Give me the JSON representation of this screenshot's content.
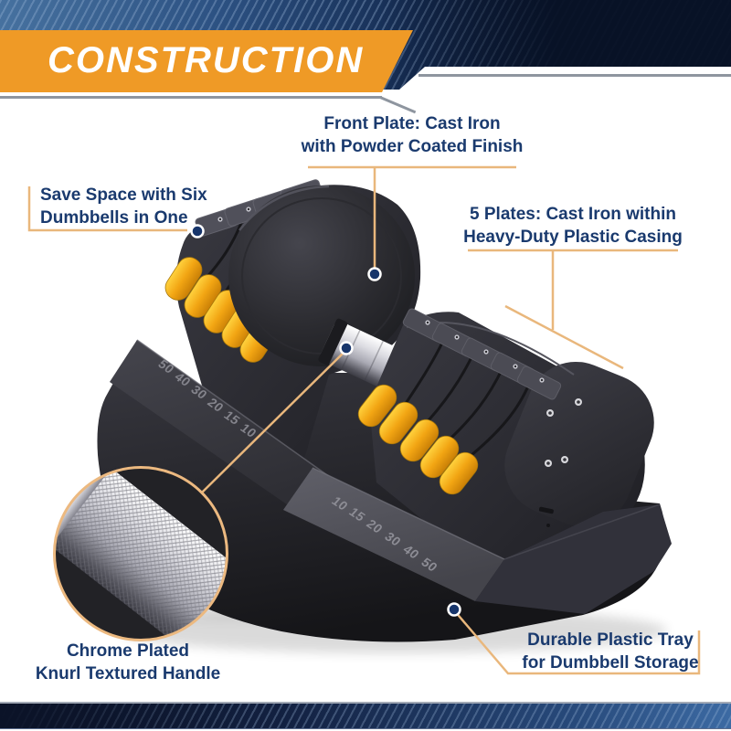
{
  "header": {
    "title": "CONSTRUCTION"
  },
  "callouts": {
    "front_plate": {
      "line1": "Front Plate: Cast Iron",
      "line2": "with Powder Coated Finish"
    },
    "save_space": {
      "line1": "Save Space with Six",
      "line2": "Dumbbells in One"
    },
    "five_plates": {
      "line1": "5 Plates: Cast Iron within",
      "line2": "Heavy-Duty Plastic Casing"
    },
    "chrome_handle": {
      "line1": "Chrome Plated",
      "line2": "Knurl Textured Handle"
    },
    "storage_tray": {
      "line1": "Durable Plastic Tray",
      "line2": "for Dumbbell Storage"
    }
  },
  "product": {
    "tray_numbers_left": [
      "50",
      "40",
      "30",
      "20",
      "15",
      "10"
    ],
    "tray_numbers_front": [
      "10",
      "15",
      "20",
      "30",
      "40",
      "50"
    ]
  },
  "colors": {
    "banner_orange": "#EF9A26",
    "text_navy": "#1A3A6E",
    "callout_line_tan": "#E9B77C",
    "dot_navy": "#17356B",
    "knob_yellow": "#F5AE17",
    "stripe_navy": "#0C1A38"
  }
}
